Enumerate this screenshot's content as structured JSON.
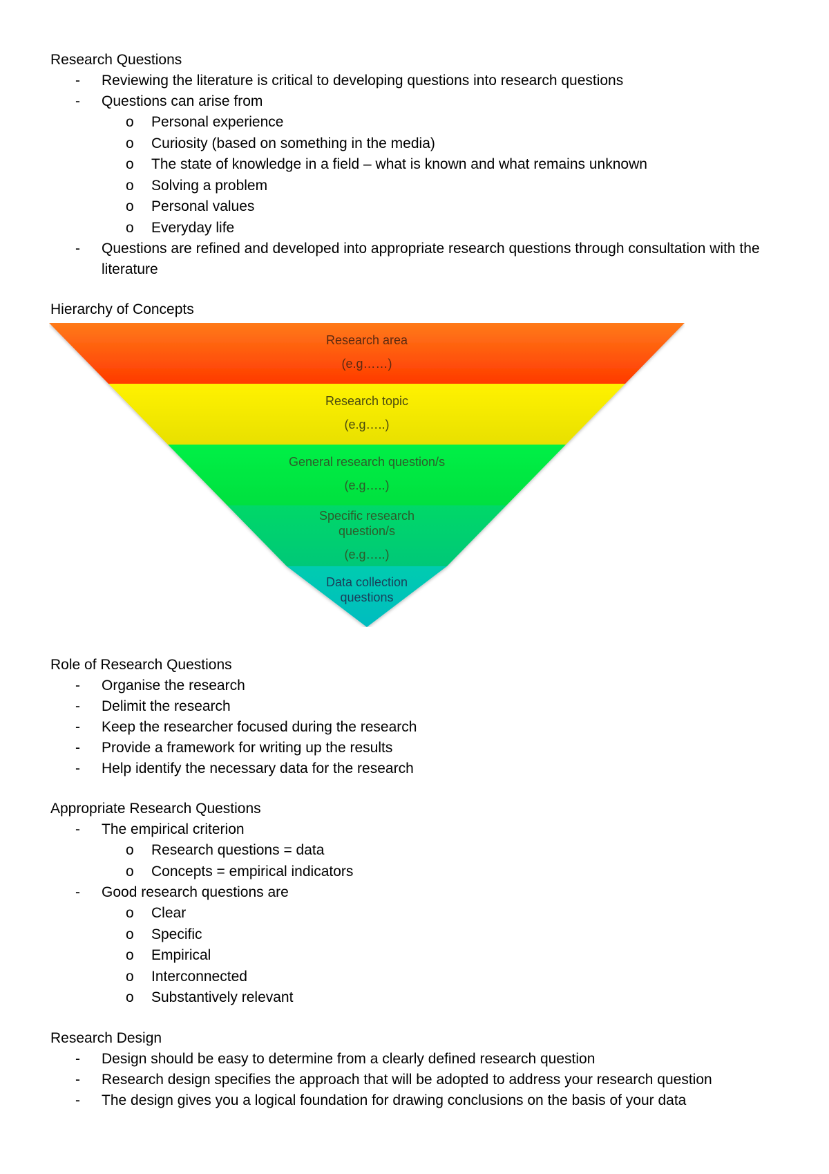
{
  "sections": {
    "research_questions": {
      "title": "Research Questions",
      "b1": "Reviewing the literature is critical to developing questions into research questions",
      "b2": "Questions can arise from",
      "sub": [
        "Personal experience",
        "Curiosity (based on something in the media)",
        "The state of knowledge in a field – what is known and what remains unknown",
        "Solving a problem",
        "Personal values",
        "Everyday life"
      ],
      "b3": "Questions are refined and developed into appropriate research questions through consultation with the literature"
    },
    "hierarchy": {
      "title": "Hierarchy of Concepts",
      "tiers": [
        {
          "label": "Research area",
          "example": "(e.g……)",
          "color": "#ff4a00"
        },
        {
          "label": "Research topic",
          "example": "(e.g…..)",
          "color": "#f0e800"
        },
        {
          "label": "General research question/s",
          "example": "(e.g…..)",
          "color": "#00ee44"
        },
        {
          "label": "Specific research question/s",
          "example": "(e.g…..)",
          "color": "#00d070"
        },
        {
          "label": "Data collection questions",
          "example": "",
          "color": "#00c6b8"
        }
      ]
    },
    "role": {
      "title": "Role of Research Questions",
      "items": [
        "Organise the research",
        "Delimit the research",
        "Keep the researcher focused during the research",
        "Provide a framework for writing up the results",
        "Help identify the necessary data for the research"
      ]
    },
    "appropriate": {
      "title": "Appropriate Research Questions",
      "b1": "The empirical criterion",
      "sub1": [
        "Research questions = data",
        "Concepts = empirical indicators"
      ],
      "b2": "Good research questions are",
      "sub2": [
        "Clear",
        "Specific",
        "Empirical",
        "Interconnected",
        "Substantively relevant"
      ]
    },
    "design": {
      "title": "Research Design",
      "items": [
        "Design should be easy to determine from a clearly defined research question",
        "Research design specifies the approach that will be adopted to address your research question",
        "The design gives you a logical foundation for drawing conclusions on the basis of your data"
      ]
    }
  }
}
